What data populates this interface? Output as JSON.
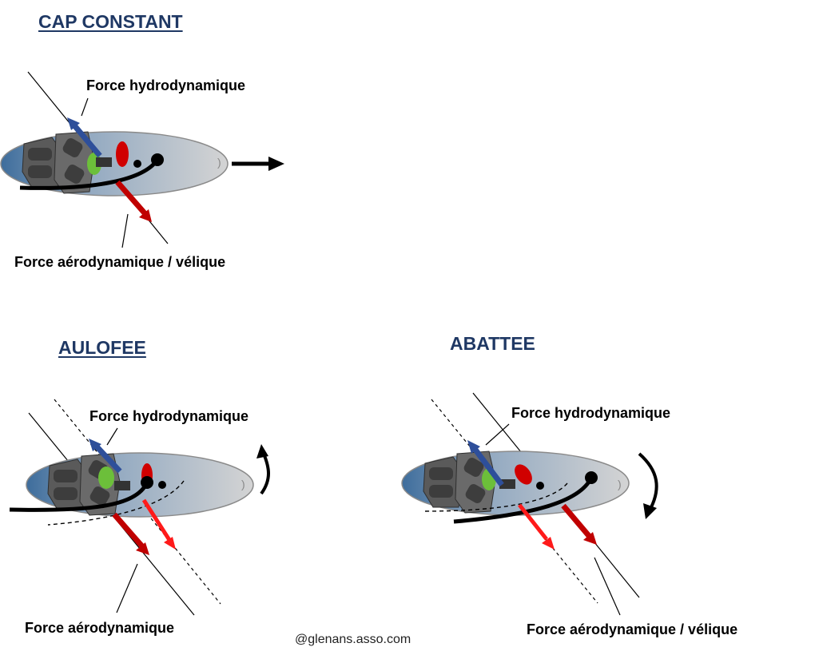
{
  "colors": {
    "title": "#1f3864",
    "hydro_arrow": "#2e4f9a",
    "aero_arrow": "#c00000",
    "aero_arrow_light": "#ff1a1a",
    "hull_light": "#d0d0d0",
    "hull_dark": "#3e6d9c",
    "centerboard_green": "#6cbf3a",
    "sail_red": "#d00000"
  },
  "panels": {
    "cap_constant": {
      "title": "CAP CONSTANT",
      "hydro_label": "Force hydrodynamique",
      "aero_label": "Force aérodynamique / vélique",
      "motion": "straight-arrow"
    },
    "aulofee": {
      "title": "AULOFEE",
      "hydro_label": "Force hydrodynamique",
      "aero_label": "Force aérodynamique",
      "motion": "rotate-counterclockwise-arrow"
    },
    "abattee": {
      "title": "ABATTEE",
      "hydro_label": "Force hydrodynamique",
      "aero_label": "Force aérodynamique / vélique",
      "motion": "rotate-clockwise-arrow"
    }
  },
  "credit": "@glenans.asso.com"
}
